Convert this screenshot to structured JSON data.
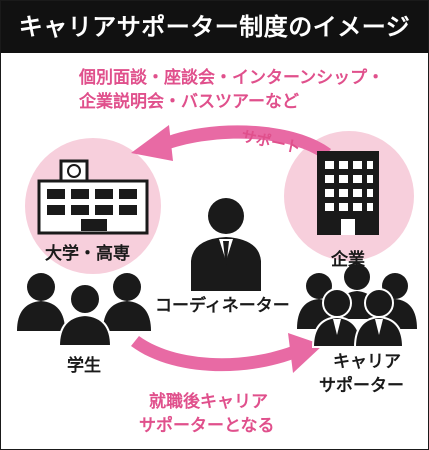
{
  "title": "キャリアサポーター制度のイメージ",
  "activities": {
    "line1": "個別面談・座談会・インターンシップ・",
    "line2": "企業説明会・バスツアーなど"
  },
  "support_label": "サポート",
  "school_label": "大学・高専",
  "company_label": "企業",
  "students_label": "学生",
  "coordinator_label": "コーディネーター",
  "career_supporter": {
    "line1": "キャリア",
    "line2": "サポーター"
  },
  "bottom_text": {
    "line1": "就職後キャリア",
    "line2": "サポーターとなる"
  },
  "colors": {
    "accent_pink": "#e0508c",
    "circle_pink": "#f7cfdc",
    "arrow_pink": "#e86aa4",
    "dark": "#1a1a1a"
  },
  "icons": [
    "school-building-icon",
    "office-building-icon",
    "students-group-icon",
    "coordinator-person-icon",
    "career-supporters-group-icon"
  ]
}
